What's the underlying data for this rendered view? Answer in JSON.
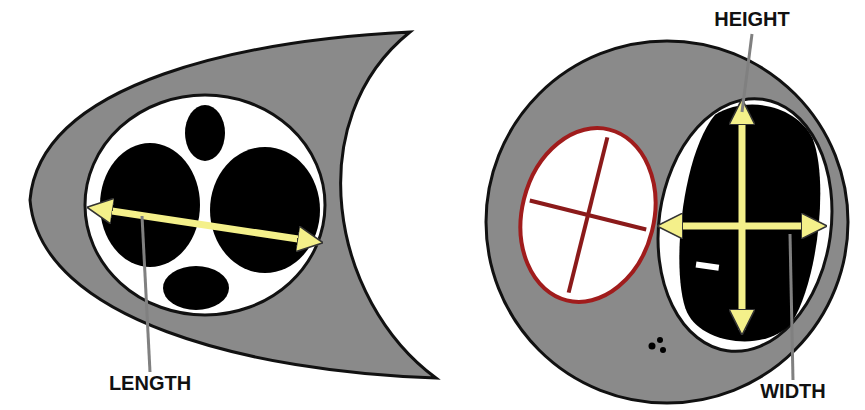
{
  "diagram": {
    "labels": [
      "LENGTH",
      "HEIGHT",
      "WIDTH"
    ]
  }
}
